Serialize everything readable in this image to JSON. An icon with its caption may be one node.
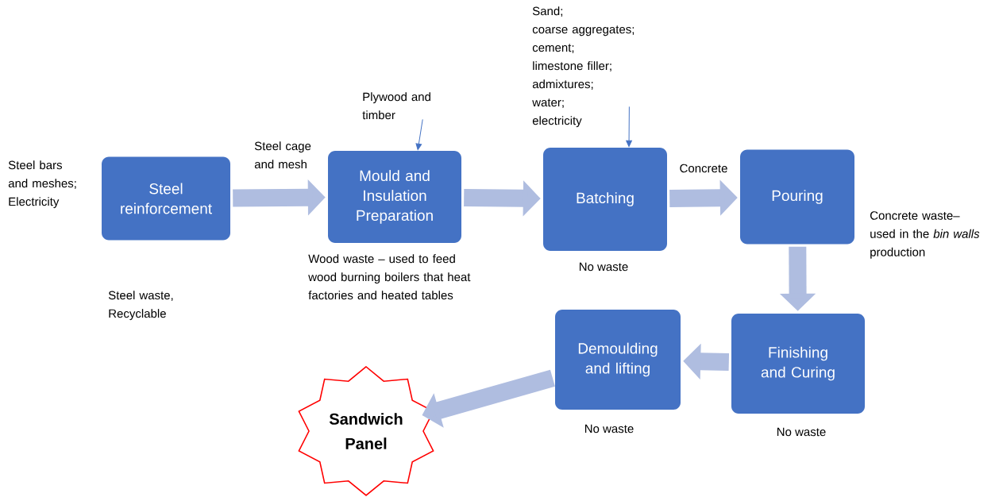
{
  "diagram": {
    "nodes": [
      {
        "text": [
          "Steel reinforcement"
        ],
        "beside": [
          "Steel bars and meshes; Electricity"
        ]
      },
      {
        "text": [
          "Plywood and timber"
        ]
      },
      {
        "text": [
          "Mould and Insulation Preparation"
        ],
        "beside": [
          "Wood waste – used to feed wood burning boilers that heat factories and heated tables"
        ]
      },
      {
        "text": [
          "Sand;",
          "coarse aggregates;",
          "cement;",
          "limestone filler;",
          "admixtures;",
          "water;",
          "electricity"
        ]
      },
      {
        "text": [
          "Batching"
        ],
        "beside": [
          "No waste"
        ]
      },
      {
        "text": [
          "Pouring"
        ],
        "beside": [
          "Concrete waste– used in the *bin walls* production"
        ]
      },
      {
        "text": [
          "Finishing and Curing"
        ],
        "beside": [
          "No waste"
        ]
      },
      {
        "text": [
          "Demoulding and lifting"
        ],
        "beside": [
          "No waste"
        ]
      },
      {
        "text": [
          "Sandwich Panel"
        ]
      }
    ],
    "edges": [
      {
        "from": 0,
        "to": 2,
        "arrow": "to",
        "label": "Steel cage and mesh"
      },
      {
        "from": 1,
        "to": 2,
        "arrow": "to",
        "color": "#4472c4"
      },
      {
        "from": 2,
        "to": 4,
        "arrow": "to"
      },
      {
        "from": 3,
        "to": 4,
        "arrow": "to",
        "color": "#4472c4"
      },
      {
        "from": 4,
        "to": 5,
        "arrow": "to",
        "label": "Concrete"
      },
      {
        "from": 5,
        "to": 6,
        "arrow": "to"
      },
      {
        "from": 6,
        "to": 7,
        "arrow": "to"
      },
      {
        "from": 7,
        "to": 8,
        "arrow": "to"
      }
    ],
    "labels": [
      "Steel waste, Recyclable"
    ]
  }
}
